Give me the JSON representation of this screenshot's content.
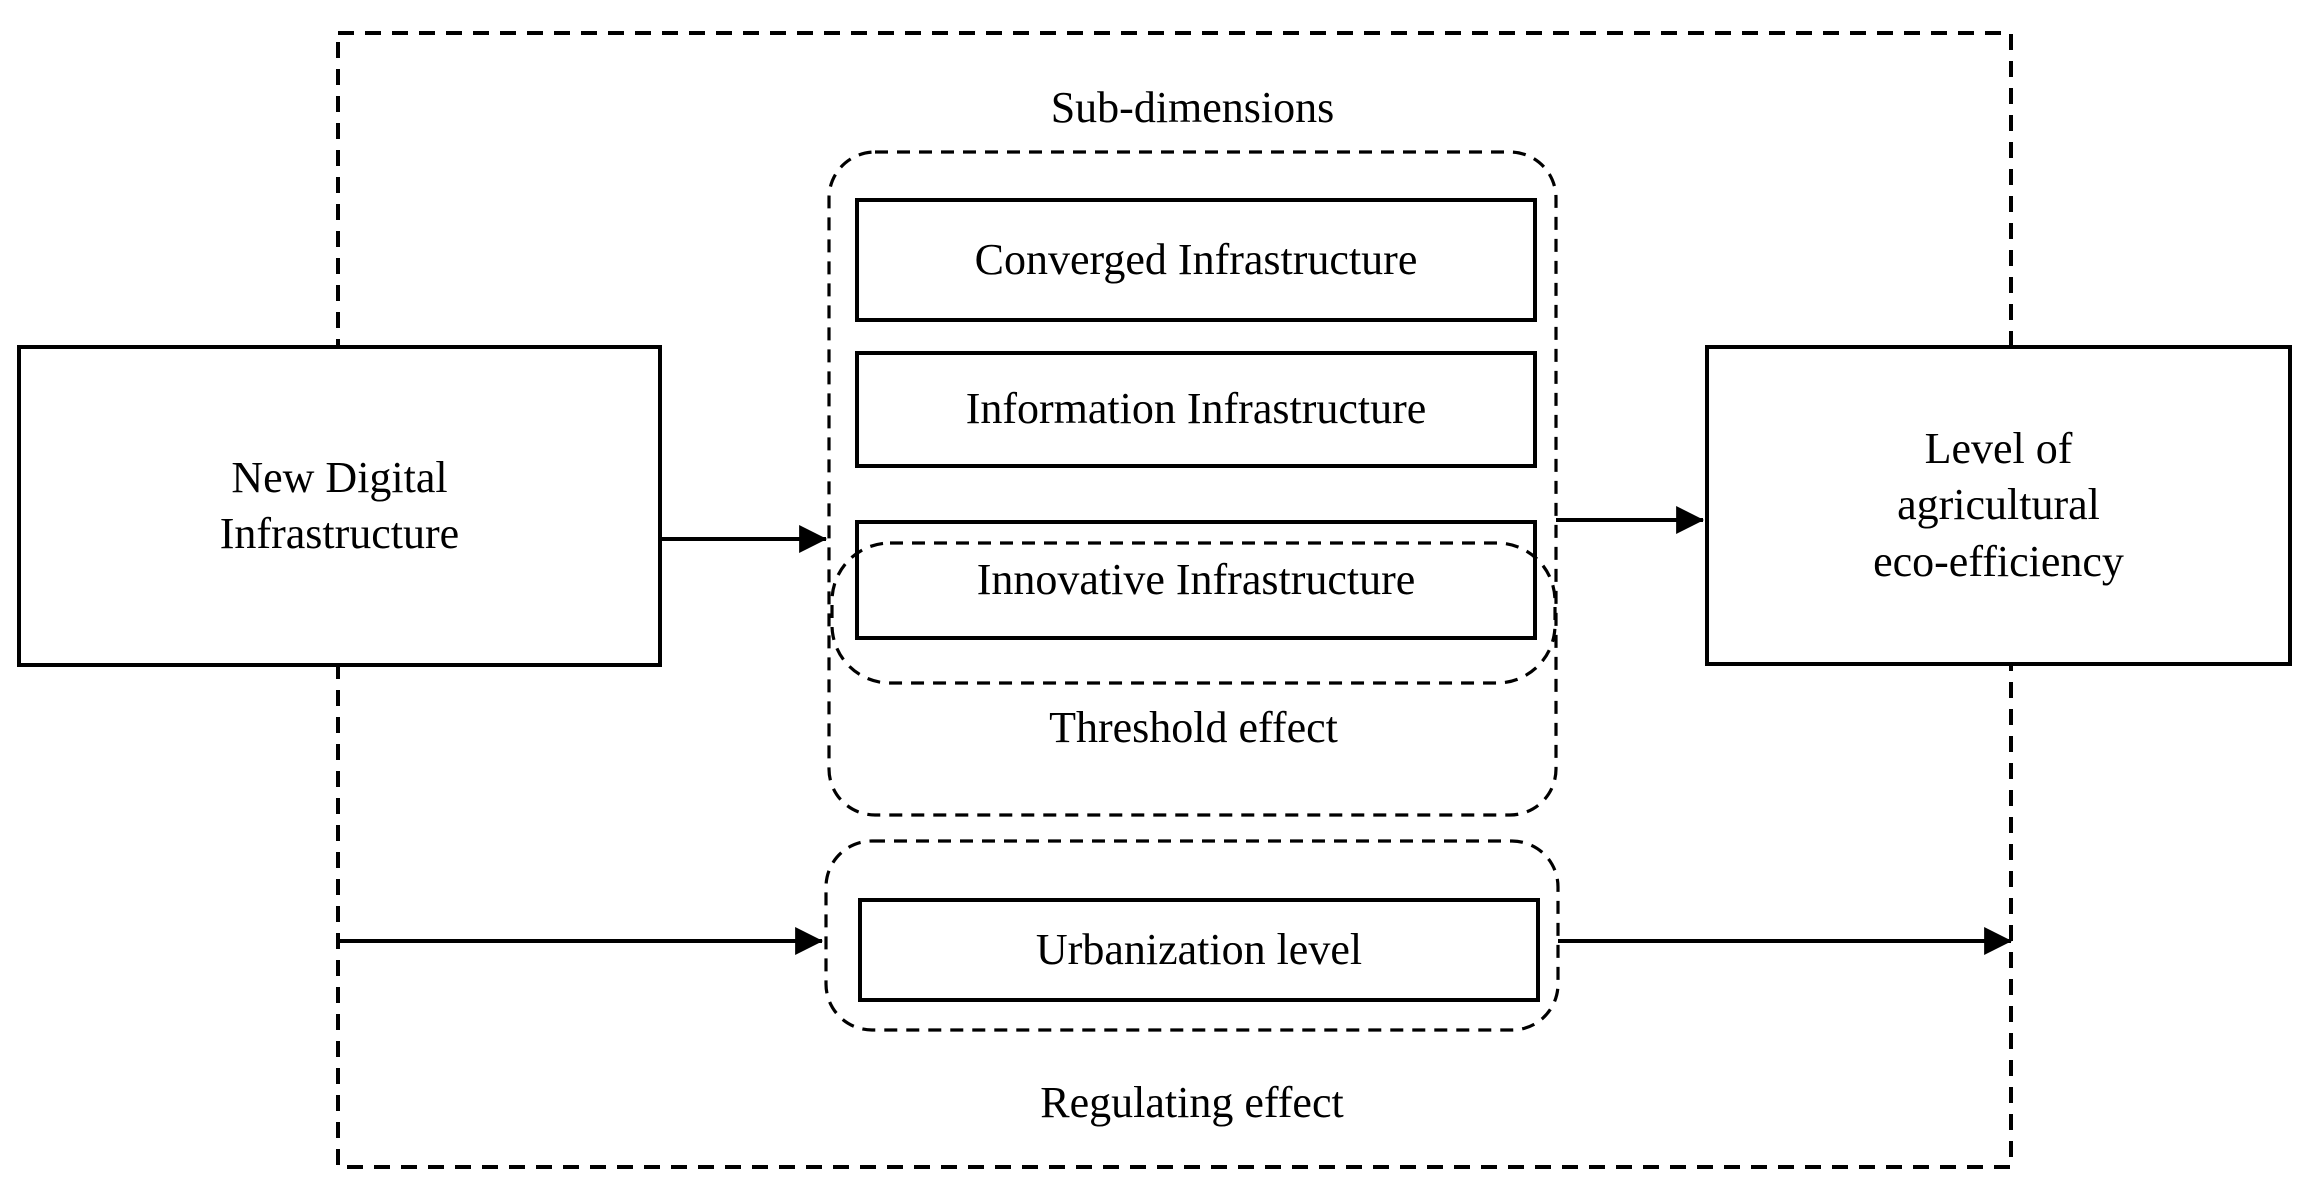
{
  "diagram": {
    "title_caption": "",
    "nodes": {
      "source": {
        "label": "New Digital\nInfrastructure",
        "shape": "rectangle",
        "border": "solid"
      },
      "outcome": {
        "label": "Level of\nagricultural\neco-efficiency",
        "shape": "rectangle",
        "border": "solid"
      },
      "sub_dimensions_group": {
        "label": "Sub-dimensions",
        "shape": "rounded-rectangle",
        "border": "dashed",
        "items": [
          {
            "label": "Converged Infrastructure"
          },
          {
            "label": "Information Infrastructure"
          },
          {
            "label": "Innovative Infrastructure"
          }
        ]
      },
      "threshold_group": {
        "label": "Threshold effect",
        "shape": "rounded-rectangle",
        "border": "dashed"
      },
      "regulating_group": {
        "label": "Regulating effect",
        "shape": "rounded-rectangle",
        "border": "dashed",
        "items": [
          {
            "label": "Urbanization level"
          }
        ]
      },
      "outer_frame": {
        "shape": "rectangle",
        "border": "dashed"
      }
    },
    "edges": [
      {
        "name": "source-to-subdimensions",
        "from": "New Digital Infrastructure",
        "to": "Sub-dimensions",
        "arrow": "right"
      },
      {
        "name": "subdimensions-to-outcome",
        "from": "Sub-dimensions",
        "to": "Level of agricultural eco-efficiency",
        "arrow": "right"
      },
      {
        "name": "source-to-urbanization",
        "from": "New Digital Infrastructure",
        "to": "Urbanization level",
        "arrow": "right"
      },
      {
        "name": "urbanization-to-outcome",
        "from": "Urbanization level",
        "to": "Level of agricultural eco-efficiency",
        "arrow": "right"
      }
    ],
    "colors": {
      "stroke": "#000000",
      "background": "#ffffff"
    }
  }
}
